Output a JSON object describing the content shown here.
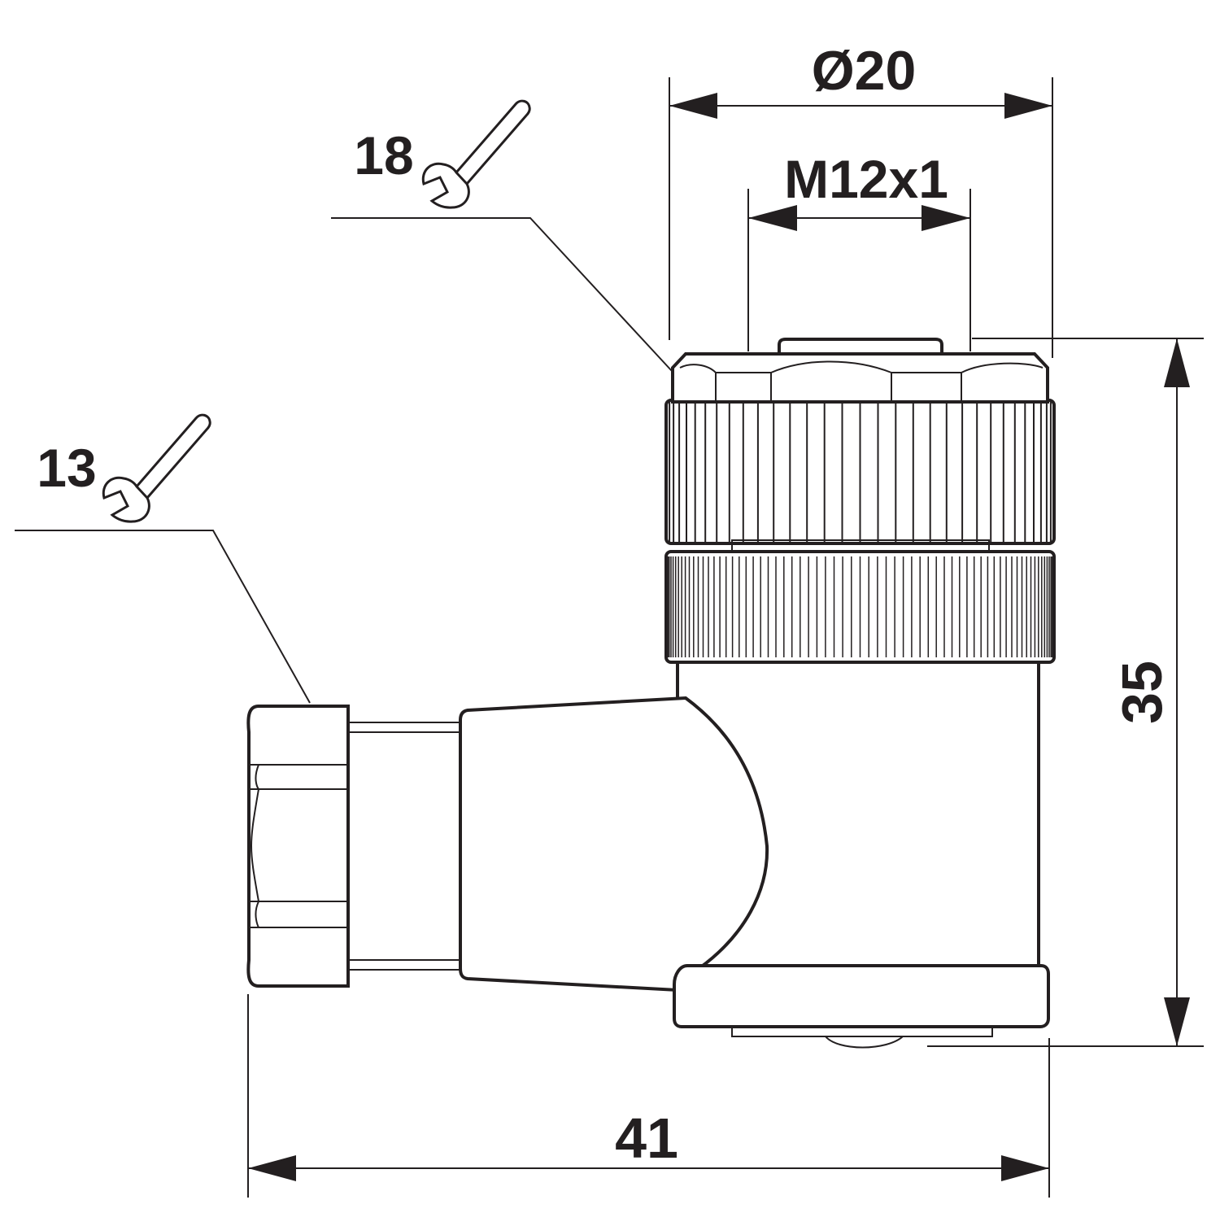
{
  "dimensions": {
    "outer_diameter": "Ø20",
    "thread": "M12x1",
    "height": "35",
    "width": "41"
  },
  "wrench_sizes": {
    "upper": "18",
    "lower": "13"
  },
  "icons": {
    "wrench": "wrench-icon"
  },
  "colors": {
    "line": "#231f20",
    "background": "#ffffff"
  }
}
